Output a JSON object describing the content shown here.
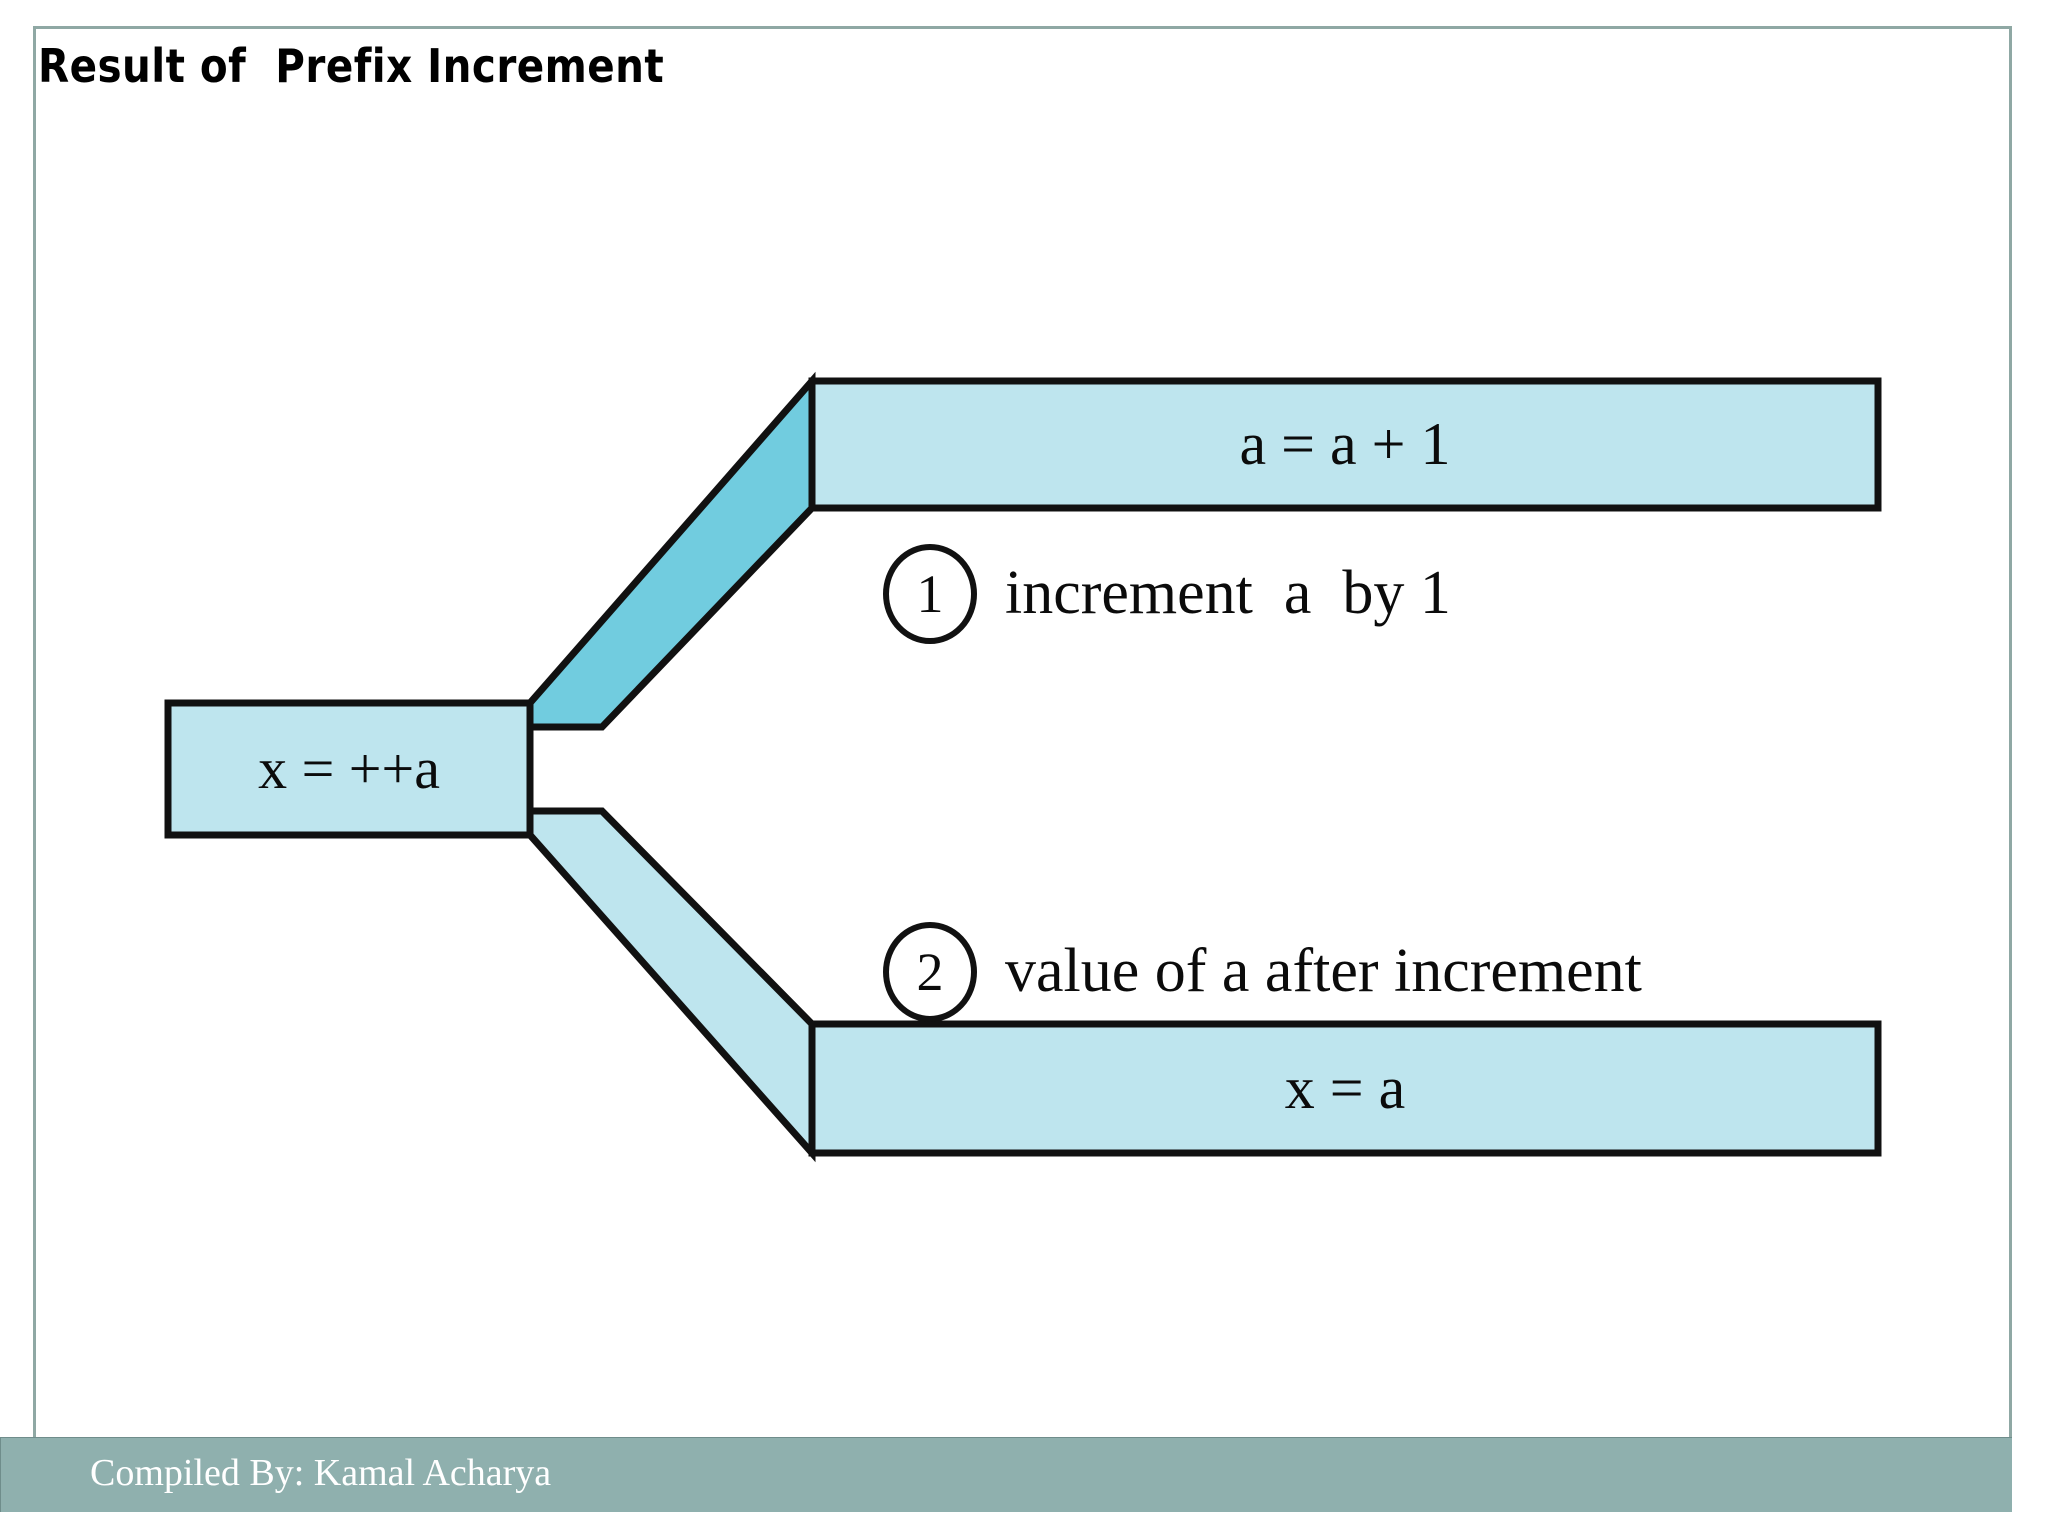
{
  "slide": {
    "title": "Result of  Prefix Increment",
    "background_color": "#ffffff",
    "frame_color": "#8fa8a4"
  },
  "diagram": {
    "source_box": {
      "label": "x = ++a",
      "fill_color": "#bee5ee",
      "stroke_color": "#111111"
    },
    "branches": [
      {
        "id": "branch-increment",
        "arm_fill_color": "#71ccdf",
        "marker": "1",
        "note": "increment  a  by 1",
        "result_box_label": "a = a + 1",
        "result_box_fill": "#bee5ee"
      },
      {
        "id": "branch-assign",
        "arm_fill_color": "#bee5ee",
        "marker": "2",
        "note": "value of a after increment",
        "result_box_label": "x = a",
        "result_box_fill": "#bee5ee"
      }
    ]
  },
  "footer": {
    "text": "Compiled By: Kamal Acharya",
    "bar_color": "#8fb0ae",
    "text_color": "#ffffff"
  }
}
